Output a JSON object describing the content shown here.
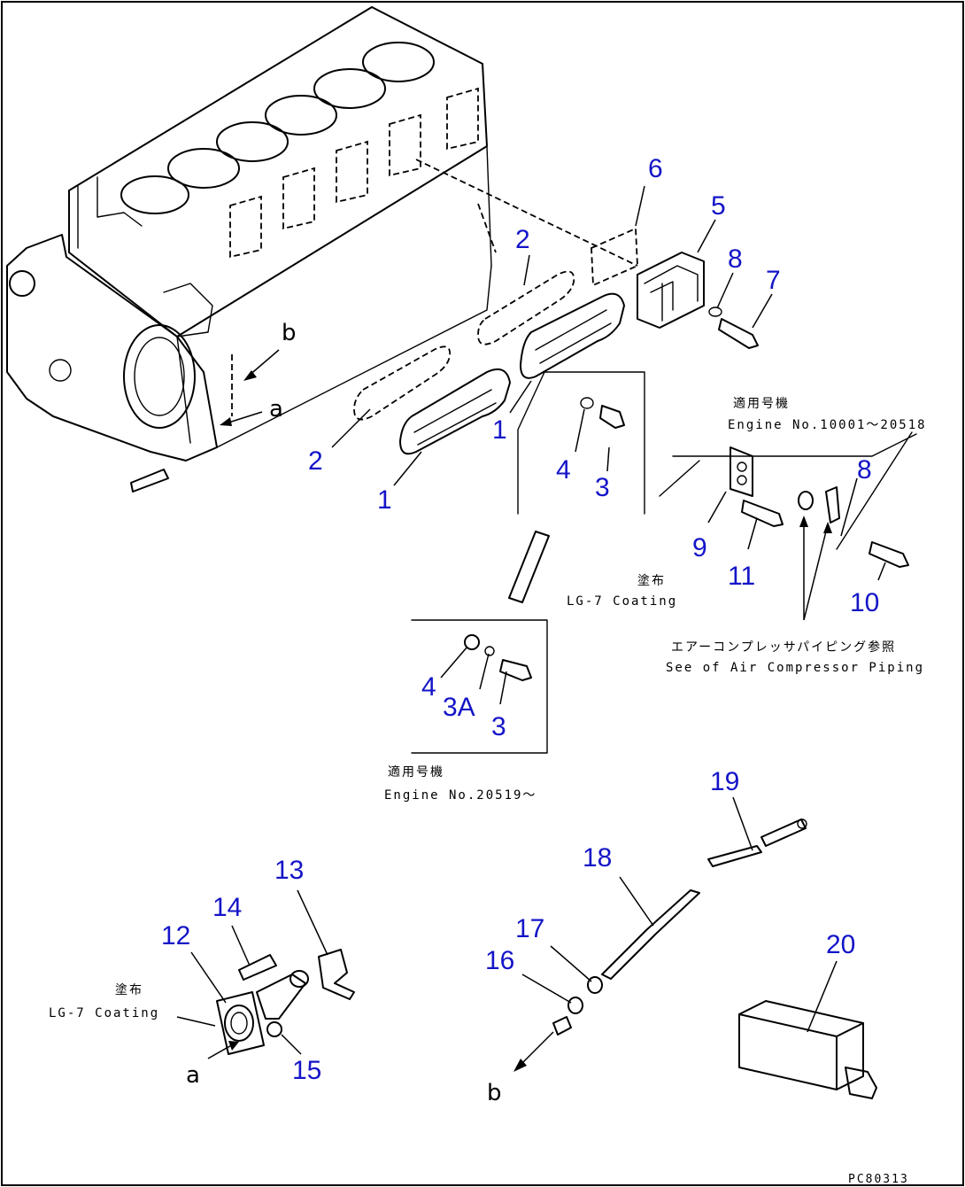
{
  "callouts": {
    "c1a": "1",
    "c1b": "1",
    "c2a": "2",
    "c2b": "2",
    "c3a": "3",
    "c3b": "3",
    "c3A": "3A",
    "c4a": "4",
    "c4b": "4",
    "c5": "5",
    "c6": "6",
    "c7": "7",
    "c8a": "8",
    "c8b": "8",
    "c9": "9",
    "c10": "10",
    "c11": "11",
    "c12": "12",
    "c13": "13",
    "c14": "14",
    "c15": "15",
    "c16": "16",
    "c17": "17",
    "c18": "18",
    "c19": "19",
    "c20": "20"
  },
  "letters": {
    "a1": "a",
    "a2": "a",
    "b1": "b",
    "b2": "b"
  },
  "notes": {
    "applicable_jp_1": "適用号機",
    "applicable_en_1": "Engine No.10001～20518",
    "coating_jp_1": "塗布",
    "coating_en_1": "LG-7 Coating",
    "aircomp_jp": "エアーコンプレッサパイピング参照",
    "aircomp_en": "See of Air Compressor Piping",
    "applicable_jp_2": "適用号機",
    "applicable_en_2": "Engine No.20519～",
    "coating_jp_2": "塗布",
    "coating_en_2": "LG-7 Coating"
  },
  "sheet_code": "PC80313",
  "colors": {
    "callout": "#1414c8",
    "line": "#000000",
    "background": "#ffffff"
  }
}
